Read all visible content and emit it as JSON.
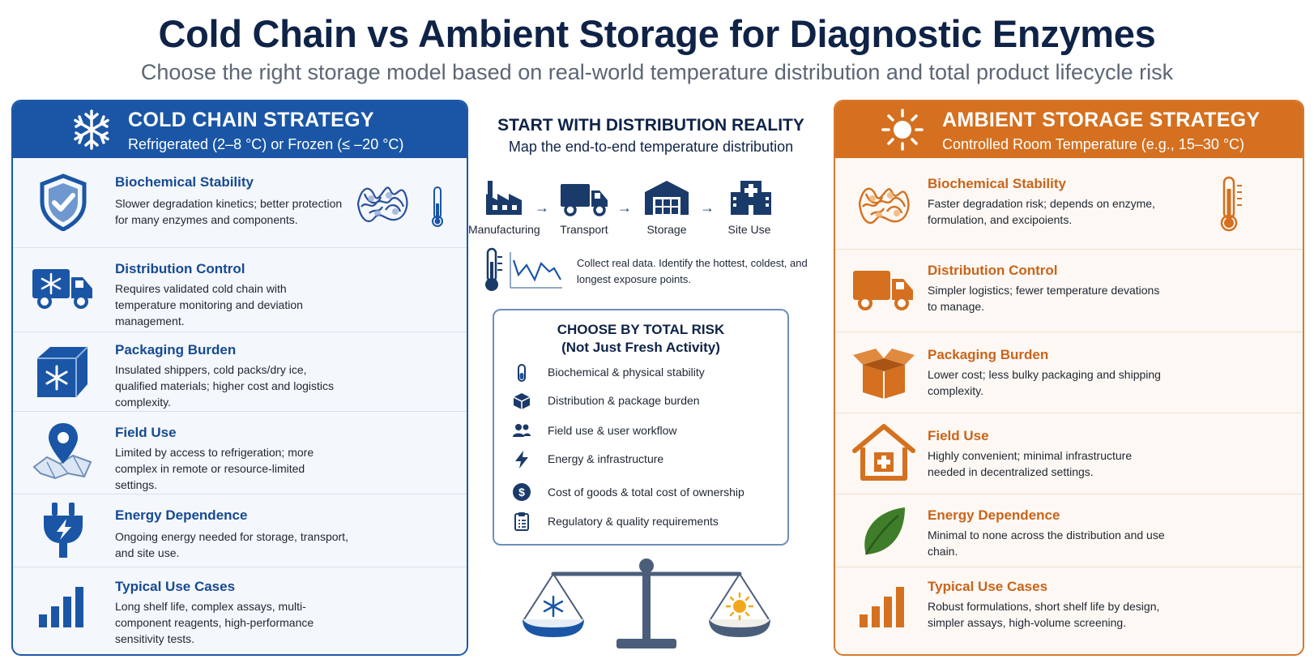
{
  "title": "Cold Chain vs Ambient Storage for Diagnostic Enzymes",
  "subtitle": "Choose the right storage model based on real-world temperature distribution and total product lifecycle risk",
  "colors": {
    "cold": "#1a56a5",
    "ambient": "#d4701f",
    "navy": "#0f2347"
  },
  "cold": {
    "title": "COLD CHAIN STRATEGY",
    "subtitle": "Refrigerated (2–8 °C) or Frozen (≤ –20 °C)",
    "rows": [
      {
        "icon": "shield-check-icon",
        "title": "Biochemical Stability",
        "text": "Slower degradation kinetics; better protection for many enzymes and components."
      },
      {
        "icon": "refrigerated-truck-icon",
        "title": "Distribution Control",
        "text": "Requires validated cold chain with temperature monitoring and deviation management."
      },
      {
        "icon": "insulated-box-icon",
        "title": "Packaging Burden",
        "text": "Insulated shippers, cold packs/dry ice, qualified materials; higher cost and logistics complexity."
      },
      {
        "icon": "map-pin-icon",
        "title": "Field Use",
        "text": "Limited by access to refrigeration; more complex in remote or resource-limited settings."
      },
      {
        "icon": "power-plug-icon",
        "title": "Energy Dependence",
        "text": "Ongoing energy needed for storage, transport, and site use."
      },
      {
        "icon": "bar-chart-icon",
        "title": "Typical Use Cases",
        "text": "Long shelf life, complex assays, multi-component reagents, high-performance sensitivity tests."
      }
    ]
  },
  "ambient": {
    "title": "AMBIENT STORAGE STRATEGY",
    "subtitle": "Controlled Room Temperature (e.g., 15–30 °C)",
    "rows": [
      {
        "icon": "protein-structure-icon",
        "title": "Biochemical Stability",
        "text": "Faster degradation risk; depends on enzyme, formulation, and excipoients."
      },
      {
        "icon": "truck-icon",
        "title": "Distribution Control",
        "text": "Simpler logistics; fewer temperature devations to manage."
      },
      {
        "icon": "open-box-icon",
        "title": "Packaging Burden",
        "text": "Lower cost; less bulky packaging and shipping complexity."
      },
      {
        "icon": "clinic-house-icon",
        "title": "Field Use",
        "text": "Highly convenient; minimal infrastructure needed in decentralized settings."
      },
      {
        "icon": "leaf-icon",
        "title": "Energy Dependence",
        "text": "Minimal to none across the distribution and use chain."
      },
      {
        "icon": "bar-chart-icon",
        "title": "Typical Use Cases",
        "text": "Robust formulations, short shelf life by design, simpler assays, high-volume screening."
      }
    ]
  },
  "center": {
    "title": "START WITH DISTRIBUTION REALITY",
    "subtitle": "Map the end-to-end temperature distribution",
    "flow": [
      {
        "icon": "factory-icon",
        "label": "Manufacturing"
      },
      {
        "icon": "transport-truck-icon",
        "label": "Transport"
      },
      {
        "icon": "warehouse-icon",
        "label": "Storage"
      },
      {
        "icon": "hospital-icon",
        "label": "Site Use"
      }
    ],
    "arrow": "→",
    "collect": "Collect real data. Identify the hottest, coldest, and longest exposure points.",
    "risk": {
      "title": "CHOOSE BY TOTAL RISK",
      "subtitle": "(Not Just Fresh Activity)",
      "items": [
        {
          "icon": "test-tube-icon",
          "label": "Biochemical & physical stability"
        },
        {
          "icon": "package-icon",
          "label": "Distribution & package burden"
        },
        {
          "icon": "users-icon",
          "label": "Field use & user workflow"
        },
        {
          "icon": "lightning-icon",
          "label": "Energy & infrastructure"
        },
        {
          "icon": "dollar-coin-icon",
          "label": "Cost of goods & total cost of ownership"
        },
        {
          "icon": "clipboard-icon",
          "label": "Regulatory & quality requirements"
        }
      ]
    }
  }
}
